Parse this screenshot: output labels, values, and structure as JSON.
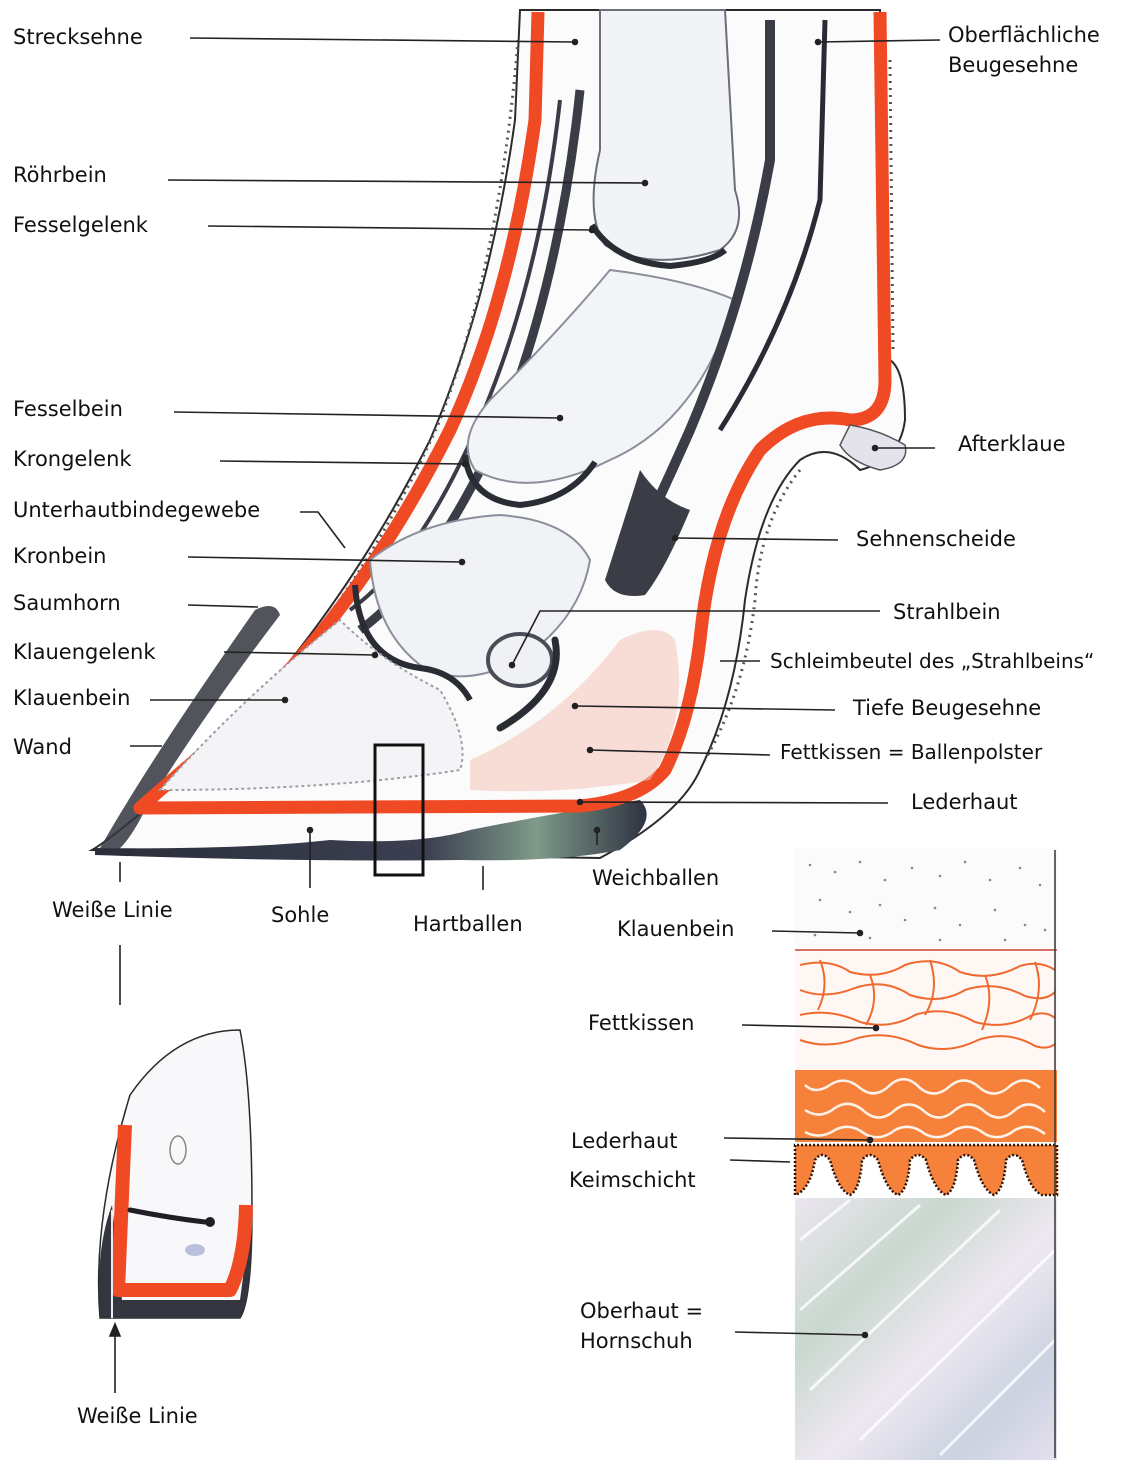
{
  "colors": {
    "dermis": "#f04a25",
    "horn_dark": "#2c2e38",
    "bone_fill": "#f1f3f6",
    "tendon_dark": "#3a3c46",
    "fat_pink": "#f6c4b8",
    "leader": "#222222"
  },
  "labels": {
    "strecksehne": "Strecksehne",
    "oberflaechliche_beugesehne": "Oberflächliche\nBeugesehne",
    "roehrbein": "Röhrbein",
    "fesselgelenk": "Fesselgelenk",
    "fesselbein": "Fesselbein",
    "krongelenk": "Krongelenk",
    "afterklaue": "Afterklaue",
    "unterhautbindegewebe": "Unterhautbindegewebe",
    "kronbein": "Kronbein",
    "sehnenscheide": "Sehnenscheide",
    "saumhorn": "Saumhorn",
    "strahlbein": "Strahlbein",
    "klauengelenk": "Klauengelenk",
    "schleimbeutel": "Schleimbeutel des „Strahlbeins“",
    "klauenbein": "Klauenbein",
    "tiefe_beugesehne": "Tiefe Beugesehne",
    "wand": "Wand",
    "fettkissen_ballenpolster": "Fettkissen = Ballenpolster",
    "lederhaut": "Lederhaut",
    "weichballen": "Weichballen",
    "weisse_linie": "Weiße Linie",
    "sohle": "Sohle",
    "hartballen": "Hartballen"
  },
  "detail_labels": {
    "klauenbein": "Klauenbein",
    "fettkissen": "Fettkissen",
    "lederhaut": "Lederhaut",
    "keimschicht": "Keimschicht",
    "oberhaut": "Oberhaut =\nHornschuh"
  },
  "cross_section_label": "Weiße Linie"
}
